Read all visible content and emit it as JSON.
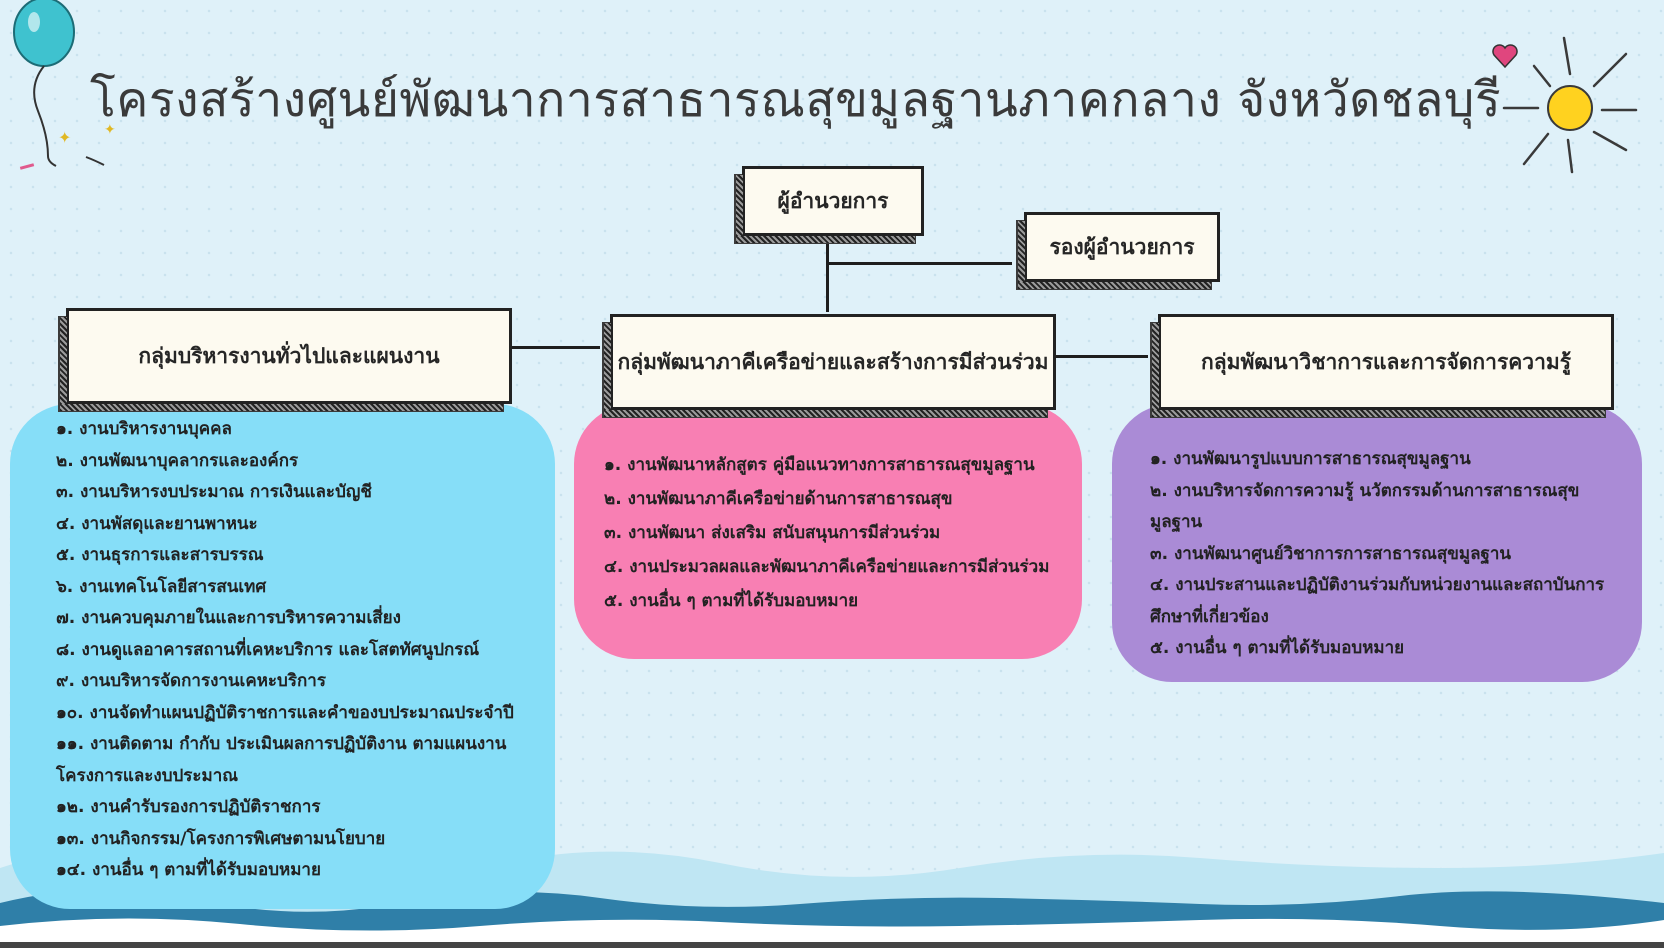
{
  "title": "โครงสร้างศูนย์พัฒนาการสาธารณสุขมูลฐานภาคกลาง จังหวัดชลบุรี",
  "director": "ผู้อำนวยการ",
  "deputy_director": "รองผู้อำนวยการ",
  "groups": [
    {
      "label": "กลุ่มบริหารงานทั่วไปและแผนงาน",
      "color": "#86def8",
      "items": [
        "๑. งานบริหารงานบุคคล",
        "๒. งานพัฒนาบุคลากรและองค์กร",
        "๓. งานบริหารงบประมาณ การเงินและบัญชี",
        "๔. งานพัสดุและยานพาหนะ",
        "๕. งานธุรการและสารบรรณ",
        "๖. งานเทคโนโลยีสารสนเทศ",
        "๗. งานควบคุมภายในและการบริหารความเสี่ยง",
        "๘. งานดูแลอาคารสถานที่เคหะบริการ และโสตทัศนูปกรณ์",
        "๙. งานบริหารจัดการงานเคหะบริการ",
        "๑๐. งานจัดทำแผนปฏิบัติราชการและคำของบประมาณประจำปี",
        "๑๑. งานติดตาม กำกับ ประเมินผลการปฏิบัติงาน ตามแผนงาน โครงการและงบประมาณ",
        "๑๒. งานคำรับรองการปฏิบัติราชการ",
        "๑๓. งานกิจกรรม/โครงการพิเศษตามนโยบาย",
        "๑๔. งานอื่น ๆ ตามที่ได้รับมอบหมาย"
      ]
    },
    {
      "label": "กลุ่มพัฒนาภาคีเครือข่ายและสร้างการมีส่วนร่วม",
      "color": "#f87fb3",
      "items": [
        "๑. งานพัฒนาหลักสูตร คู่มือแนวทางการสาธารณสุขมูลฐาน",
        "๒. งานพัฒนาภาคีเครือข่ายด้านการสาธารณสุข",
        "๓. งานพัฒนา ส่งเสริม สนับสนุนการมีส่วนร่วม",
        "๔. งานประมวลผลและพัฒนาภาคีเครือข่ายและการมีส่วนร่วม",
        "๕. งานอื่น ๆ ตามที่ได้รับมอบหมาย"
      ]
    },
    {
      "label": "กลุ่มพัฒนาวิชาการและการจัดการความรู้",
      "color": "#aa8bd6",
      "items": [
        "๑. งานพัฒนารูปแบบการสาธารณสุขมูลฐาน",
        "๒. งานบริหารจัดการความรู้ นวัตกรรมด้านการสาธารณสุขมูลฐาน",
        "๓. งานพัฒนาศูนย์วิชาการการสาธารณสุขมูลฐาน",
        "๔. งานประสานและปฏิบัติงานร่วมกับหน่วยงานและสถาบันการศึกษาที่เกี่ยวข้อง",
        "๕. งานอื่น ๆ ตามที่ได้รับมอบหมาย"
      ]
    }
  ]
}
